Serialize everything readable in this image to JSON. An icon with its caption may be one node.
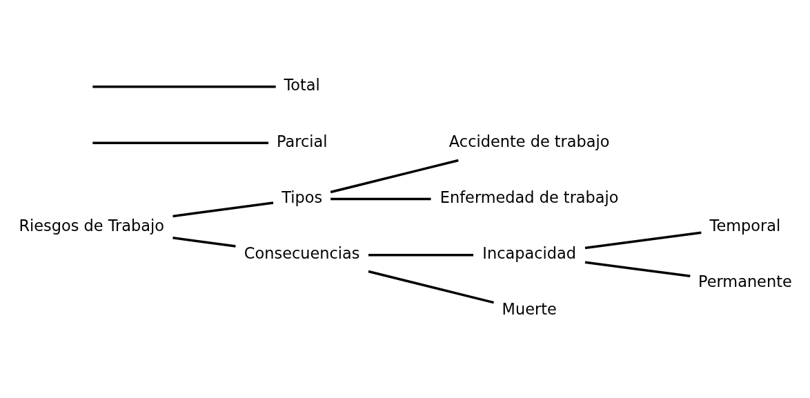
{
  "diagram": {
    "nodes": [
      {
        "text": [
          "Riesgos de Trabajo"
        ]
      },
      {
        "text": [
          "Tipos"
        ]
      },
      {
        "text": [
          "Accidente de trabajo"
        ]
      },
      {
        "text": [
          "Enfermedad de trabajo"
        ]
      },
      {
        "text": [
          "Consecuencias"
        ]
      },
      {
        "text": [
          "Incapacidad"
        ]
      },
      {
        "text": [
          "Muerte"
        ]
      },
      {
        "text": [
          "Temporal"
        ]
      },
      {
        "text": [
          "Permanente"
        ]
      },
      {
        "text": [
          "Parcial"
        ]
      },
      {
        "text": [
          "Total"
        ]
      }
    ],
    "edges": [
      {
        "from": 0,
        "to": 1,
        "arrow": "none"
      },
      {
        "from": 0,
        "to": 4,
        "arrow": "none"
      },
      {
        "from": 1,
        "to": 2,
        "arrow": "none"
      },
      {
        "from": 1,
        "to": 3,
        "arrow": "none"
      },
      {
        "from": 4,
        "to": 5,
        "arrow": "none"
      },
      {
        "from": 4,
        "to": 6,
        "arrow": "none"
      },
      {
        "from": 5,
        "to": 7,
        "arrow": "none"
      },
      {
        "from": 5,
        "to": 8,
        "arrow": "none"
      },
      {
        "from": null,
        "to": 9,
        "arrow": "none"
      },
      {
        "from": null,
        "to": 10,
        "arrow": "none"
      }
    ]
  }
}
